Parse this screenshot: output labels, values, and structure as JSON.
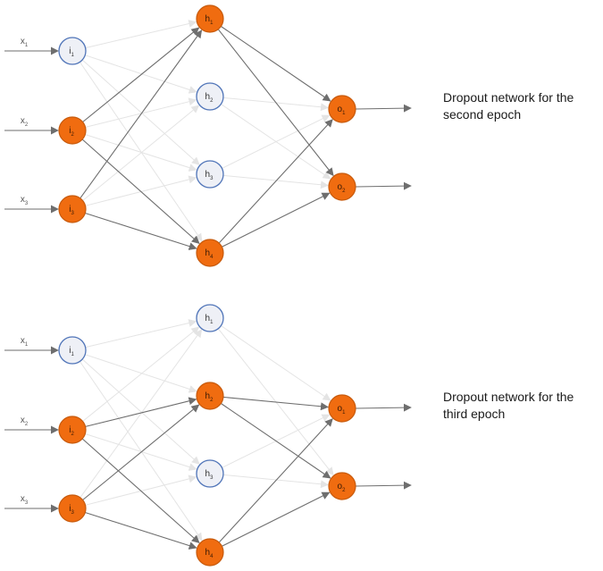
{
  "colors": {
    "active_fill": "#f06c10",
    "active_stroke": "#c75a0c",
    "dropped_fill": "#eef0f6",
    "dropped_stroke": "#4f74b8",
    "active_edge": "#6e6e6e",
    "dropped_edge": "#e4e4e4",
    "label_text": "#555555"
  },
  "networks": [
    {
      "caption": [
        "Dropout network for the",
        "second epoch"
      ],
      "inputs": [
        {
          "letter": "x",
          "sub": "1"
        },
        {
          "letter": "x",
          "sub": "2"
        },
        {
          "letter": "x",
          "sub": "3"
        }
      ],
      "layers": {
        "input": [
          {
            "letter": "i",
            "sub": "1",
            "active": false
          },
          {
            "letter": "i",
            "sub": "2",
            "active": true
          },
          {
            "letter": "i",
            "sub": "3",
            "active": true
          }
        ],
        "hidden": [
          {
            "letter": "h",
            "sub": "1",
            "active": true
          },
          {
            "letter": "h",
            "sub": "2",
            "active": false
          },
          {
            "letter": "h",
            "sub": "3",
            "active": false
          },
          {
            "letter": "h",
            "sub": "4",
            "active": true
          }
        ],
        "output": [
          {
            "letter": "o",
            "sub": "1",
            "active": true
          },
          {
            "letter": "o",
            "sub": "2",
            "active": true
          }
        ]
      }
    },
    {
      "caption": [
        "Dropout network for the",
        "third epoch"
      ],
      "inputs": [
        {
          "letter": "x",
          "sub": "1"
        },
        {
          "letter": "x",
          "sub": "2"
        },
        {
          "letter": "x",
          "sub": "3"
        }
      ],
      "layers": {
        "input": [
          {
            "letter": "i",
            "sub": "1",
            "active": false
          },
          {
            "letter": "i",
            "sub": "2",
            "active": true
          },
          {
            "letter": "i",
            "sub": "3",
            "active": true
          }
        ],
        "hidden": [
          {
            "letter": "h",
            "sub": "1",
            "active": false
          },
          {
            "letter": "h",
            "sub": "2",
            "active": true
          },
          {
            "letter": "h",
            "sub": "3",
            "active": false
          },
          {
            "letter": "h",
            "sub": "4",
            "active": true
          }
        ],
        "output": [
          {
            "letter": "o",
            "sub": "1",
            "active": true
          },
          {
            "letter": "o",
            "sub": "2",
            "active": true
          }
        ]
      }
    }
  ]
}
